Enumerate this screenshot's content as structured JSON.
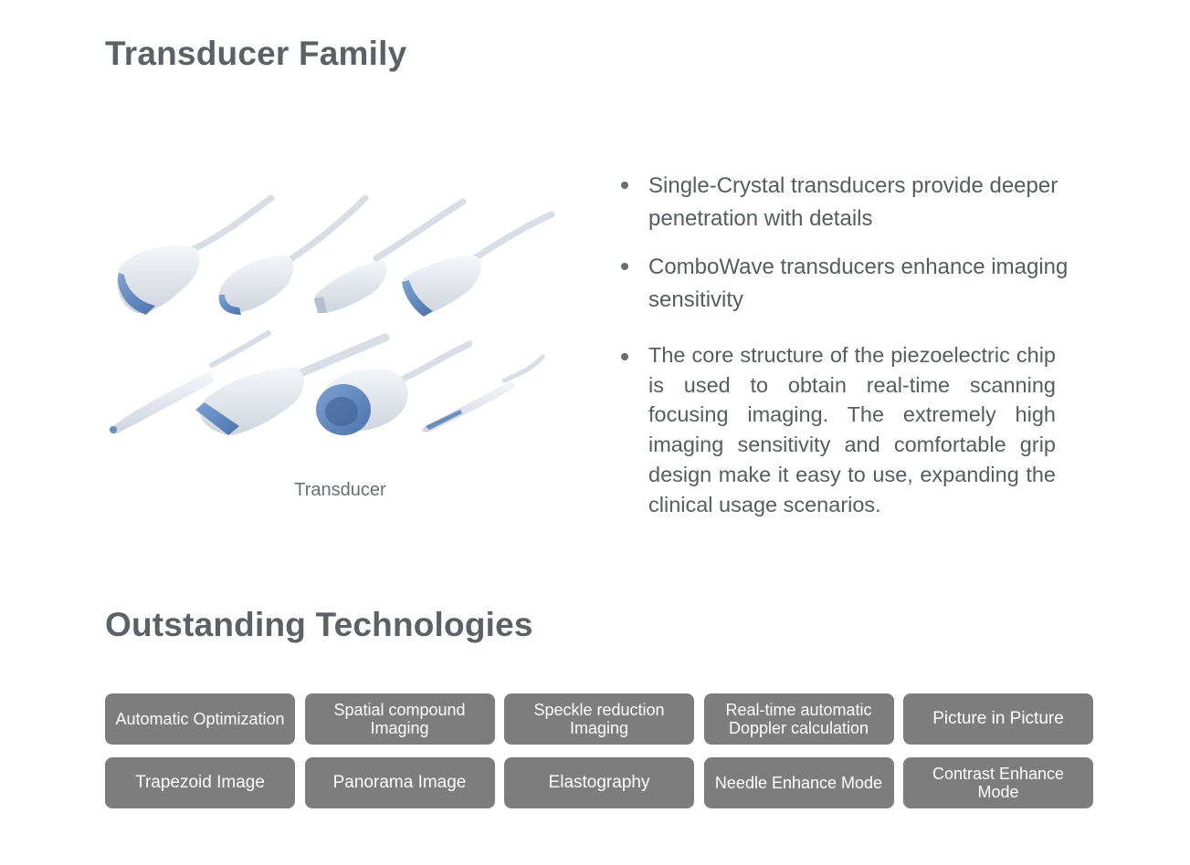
{
  "section_family": {
    "title": "Transducer Family",
    "image_caption": "Transducer",
    "bullets": [
      "Single-Crystal transducers provide deeper penetration with details",
      "ComboWave transducers enhance imaging sensitivity",
      "The core structure of the piezoelectric chip is used to obtain real-time scanning focusing imaging. The extremely high imaging sensitivity and comfortable grip design make it easy to use, expanding the clinical usage scenarios."
    ]
  },
  "section_technologies": {
    "title": "Outstanding Technologies",
    "items": [
      "Automatic Optimization",
      "Spatial compound Imaging",
      "Speckle reduction Imaging",
      "Real-time automatic Doppler calculation",
      "Picture in Picture",
      "Trapezoid Image",
      "Panorama Image",
      "Elastography",
      "Needle Enhance Mode",
      "Contrast Enhance Mode"
    ]
  },
  "colors": {
    "heading": "#5d6165",
    "body_text": "#585c60",
    "pill_background": "#7d7d7d",
    "pill_text": "#ffffff",
    "probe_body": "#e6e9ef",
    "probe_lens": "#5f86c0"
  }
}
